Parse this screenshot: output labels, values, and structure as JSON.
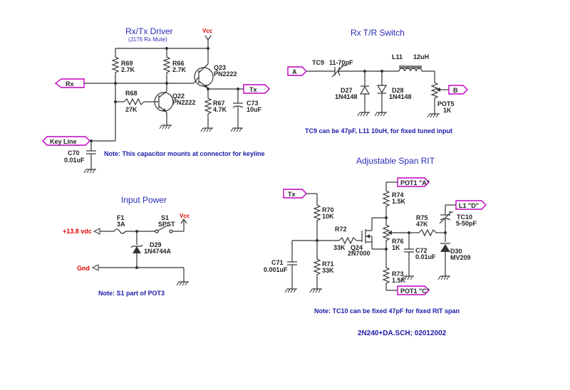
{
  "titles": {
    "rxtx": "Rx/Tx Driver",
    "rxtx_sub": "(J176 Rx Mute)",
    "trswitch": "Rx T/R Switch",
    "power": "Input Power",
    "rit": "Adjustable Span RIT"
  },
  "ports": {
    "rx": "Rx",
    "tx_out": "Tx",
    "keyline": "Key Line",
    "a": "A",
    "b": "B",
    "tx_in": "Tx",
    "pot1a": "POT1 \"A\"",
    "pot1c": "POT1 \"C\"",
    "l1d": "L1 \"D\""
  },
  "vcc": {
    "driver": "Vcc",
    "power": "Vcc"
  },
  "rails": {
    "plus": "+13.8 vdc",
    "gnd": "Gnd"
  },
  "components": {
    "r69": [
      "R69",
      "2.7K"
    ],
    "r66": [
      "R66",
      "2.7K"
    ],
    "q23": [
      "Q23",
      "PN2222"
    ],
    "r68": [
      "R68",
      "27K"
    ],
    "q22": [
      "Q22",
      "PN2222"
    ],
    "r67": [
      "R67",
      "4.7K"
    ],
    "c73": [
      "C73",
      "10uF"
    ],
    "c70": [
      "C70",
      "0.01uF"
    ],
    "tc9": [
      "TC9",
      "11-70pF"
    ],
    "l11": [
      "L11",
      "12uH"
    ],
    "d27": [
      "D27",
      "1N4148"
    ],
    "d28": [
      "D28",
      "1N4148"
    ],
    "pot5": [
      "POT5",
      "1K"
    ],
    "f1": [
      "F1",
      "3A"
    ],
    "s1": [
      "S1",
      "SPST"
    ],
    "d29": [
      "D29",
      "1N4744A"
    ],
    "r70": [
      "R70",
      "10K"
    ],
    "r72": [
      "R72",
      "33K"
    ],
    "q24": [
      "Q24",
      "2N7000"
    ],
    "r71": [
      "R71",
      "33K"
    ],
    "c71": [
      "C71",
      "0.001uF"
    ],
    "r74": [
      "R74",
      "1.5K"
    ],
    "r76": [
      "R76",
      "1K"
    ],
    "c72": [
      "C72",
      "0.01uF"
    ],
    "r73": [
      "R73",
      "1.5K"
    ],
    "r75": [
      "R75",
      "47K"
    ],
    "tc10": [
      "TC10",
      "5-50pF"
    ],
    "d30": [
      "D30",
      "MV209"
    ]
  },
  "notes": {
    "c70": "Note:  This capacitor mounts at connector for keyline",
    "tc9": "TC9 can be 47pF, L11 10uH, for fixed tuned input",
    "s1": "Note:  S1 part of POT3",
    "tc10": "Note:  TC10 can be fixed 47pF for fixed RIT span"
  },
  "footer": "2N240+DA.SCH; 02012002"
}
